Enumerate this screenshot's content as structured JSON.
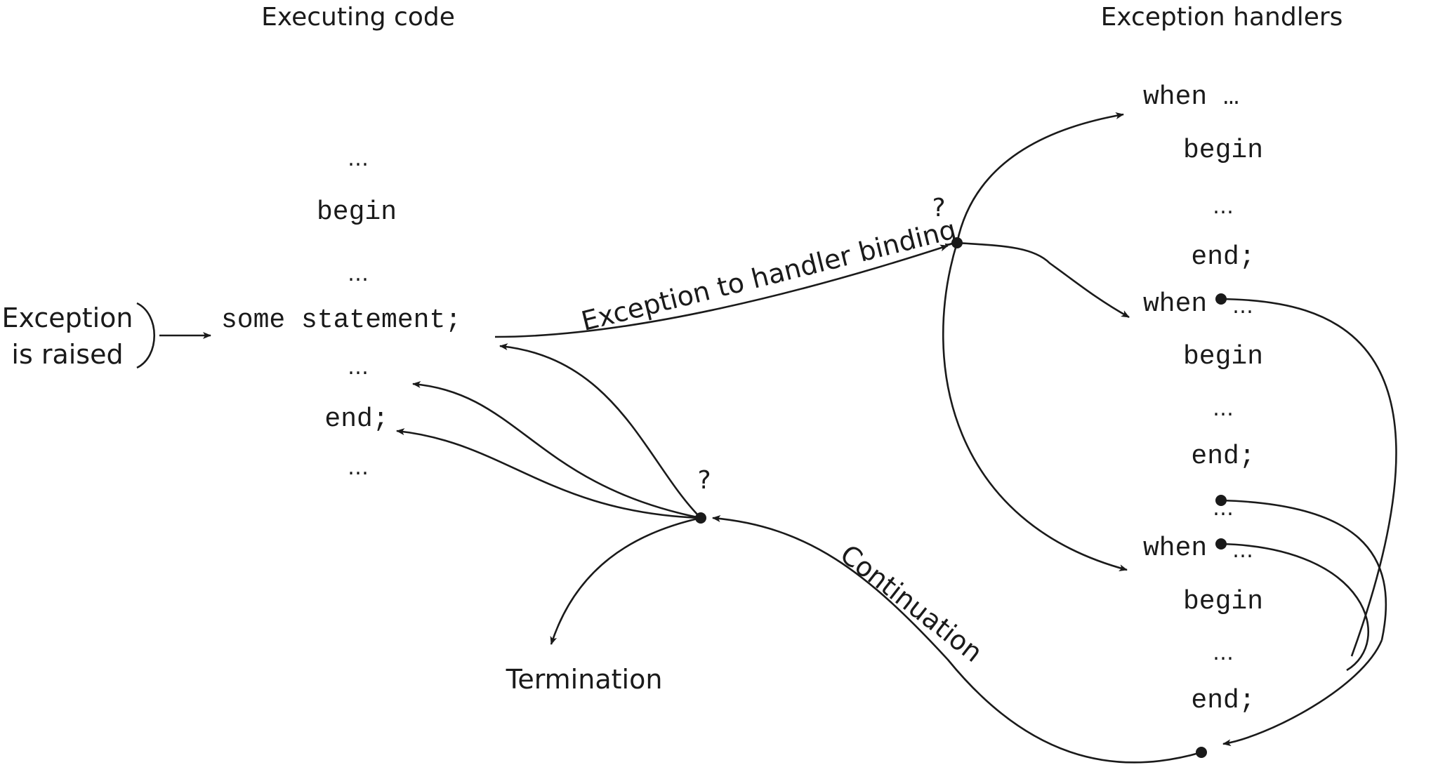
{
  "headings": {
    "left": "Executing code",
    "right": "Exception handlers"
  },
  "raised_label": {
    "line1": "Exception",
    "line2": "is raised"
  },
  "code_block": {
    "lines": [
      "…",
      "begin",
      "…",
      "some statement;",
      "…",
      "end;",
      "…"
    ]
  },
  "handlers": [
    {
      "lines": [
        "when …",
        "begin",
        "…",
        "end;"
      ]
    },
    {
      "lines": [
        "when",
        "…",
        "begin",
        "…",
        "end;",
        "…"
      ]
    },
    {
      "lines": [
        "when",
        "…",
        "begin",
        "…",
        "end;"
      ]
    }
  ],
  "edge_labels": {
    "binding": "Exception to handler binding",
    "continuation": "Continuation",
    "termination": "Termination"
  },
  "decision_marks": {
    "binding": "?",
    "continuation": "?"
  },
  "colors": {
    "ink": "#1a1a1a",
    "background": "#ffffff"
  }
}
